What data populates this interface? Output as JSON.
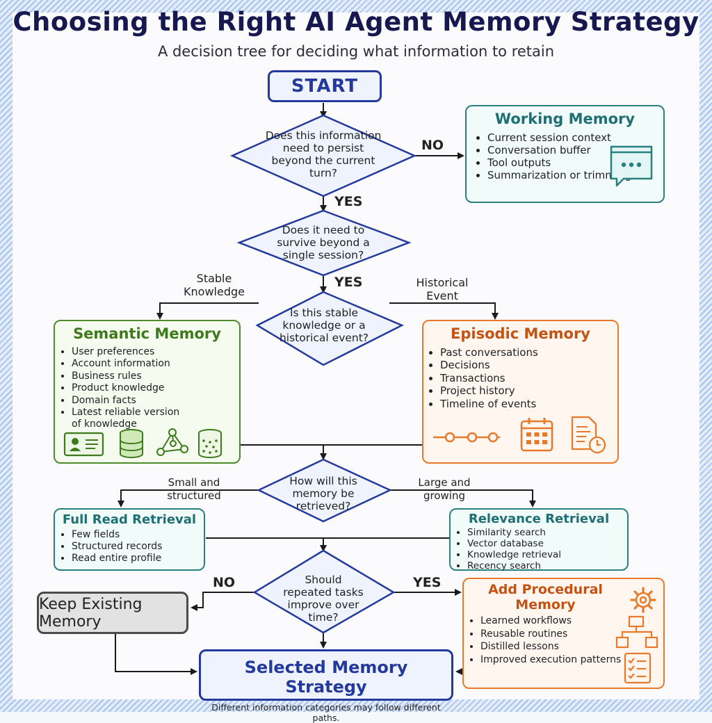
{
  "title": "Choosing the Right AI Agent Memory Strategy",
  "subtitle": "A decision tree for deciding what information to retain",
  "start": "START",
  "decisions": {
    "persist": "Does this information need to persist beyond the current turn?",
    "session": "Does it need to survive beyond a single session?",
    "stable": "Is this stable knowledge or a historical event?",
    "retrieval": "How will this memory be retrieved?",
    "repeated": "Should repeated tasks improve over time?"
  },
  "edges": {
    "persist_no": "NO",
    "persist_yes": "YES",
    "session_yes": "YES",
    "stable_knowledge": "Stable Knowledge",
    "historical_event": "Historical Event",
    "small_structured": "Small and structured",
    "large_growing": "Large and growing",
    "repeated_no": "NO",
    "repeated_yes": "YES"
  },
  "working_memory": {
    "title": "Working Memory",
    "items": [
      "Current session context",
      "Conversation buffer",
      "Tool outputs",
      "Summarization or trimming"
    ]
  },
  "semantic_memory": {
    "title": "Semantic Memory",
    "items": [
      "User preferences",
      "Account information",
      "Business rules",
      "Product knowledge",
      "Domain facts",
      "Latest reliable version of knowledge"
    ]
  },
  "episodic_memory": {
    "title": "Episodic Memory",
    "items": [
      "Past conversations",
      "Decisions",
      "Transactions",
      "Project history",
      "Timeline of events"
    ]
  },
  "full_read": {
    "title": "Full Read Retrieval",
    "items": [
      "Few fields",
      "Structured records",
      "Read entire profile"
    ]
  },
  "relevance": {
    "title": "Relevance Retrieval",
    "items": [
      "Similarity search",
      "Vector database",
      "Knowledge retrieval",
      "Recency search"
    ]
  },
  "procedural": {
    "title": "Add Procedural Memory",
    "items": [
      "Learned workflows",
      "Reusable routines",
      "Distilled lessons",
      "Improved execution patterns"
    ]
  },
  "keep_existing": "Keep Existing Memory",
  "selected": {
    "title": "Selected Memory Strategy",
    "note": "Different information categories may follow different paths."
  },
  "colors": {
    "navy": "#233a9c",
    "teal": "#2a7f7f",
    "green": "#4f8a2a",
    "orange": "#e8792a",
    "gray": "#4a4a4a"
  }
}
